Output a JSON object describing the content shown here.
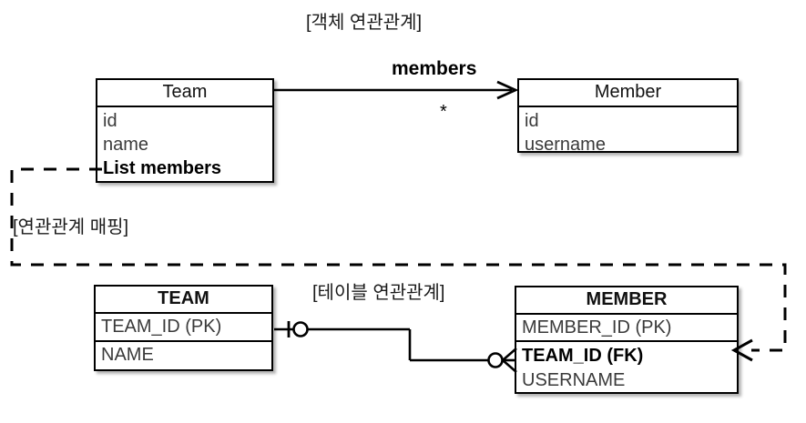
{
  "diagram": {
    "object_section_title": "[객체 연관관계]",
    "mapping_label": "[연관관계 매핑]",
    "table_section_title": "[테이블 연관관계]",
    "stroke_color": "#000000",
    "text_color": "#000000",
    "field_text_color": "#3a3a3a",
    "background": "#ffffff"
  },
  "object_model": {
    "team_class": {
      "name": "Team",
      "fields": [
        {
          "label": "id",
          "emphasis": false
        },
        {
          "label": "name",
          "emphasis": false
        },
        {
          "label": "List members",
          "emphasis": true
        }
      ]
    },
    "member_class": {
      "name": "Member",
      "fields": [
        {
          "label": "id",
          "emphasis": false
        },
        {
          "label": "username",
          "emphasis": false
        }
      ]
    },
    "association": {
      "role_label": "members",
      "multiplicity": "*",
      "direction": "Team -> Member"
    }
  },
  "table_model": {
    "team_table": {
      "name": "TEAM",
      "columns": [
        {
          "label": "TEAM_ID (PK)",
          "emphasis": false
        },
        {
          "label": "NAME",
          "emphasis": false
        }
      ]
    },
    "member_table": {
      "name": "MEMBER",
      "columns": [
        {
          "label": "MEMBER_ID (PK)",
          "emphasis": false
        },
        {
          "label": "TEAM_ID (FK)",
          "emphasis": true
        },
        {
          "label": "USERNAME",
          "emphasis": false
        }
      ]
    },
    "relationship": {
      "from": "TEAM.TEAM_ID (PK)",
      "to": "MEMBER.TEAM_ID (FK)",
      "from_cardinality": "one",
      "to_cardinality": "zero-or-many"
    }
  }
}
